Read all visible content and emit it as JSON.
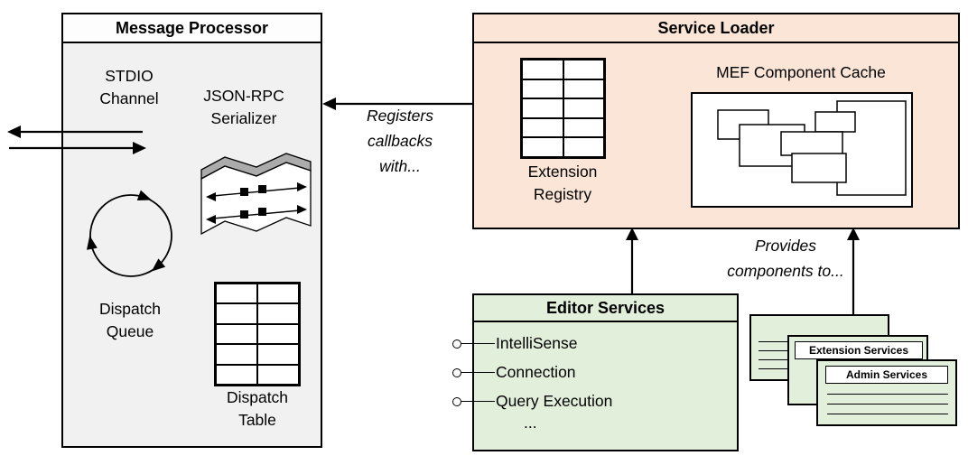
{
  "message_processor": {
    "title": "Message Processor",
    "stdio_channel_label": "STDIO\nChannel",
    "serializer_label": "JSON-RPC\nSerializer",
    "dispatch_queue_label": "Dispatch\nQueue",
    "dispatch_table_label": "Dispatch\nTable"
  },
  "service_loader": {
    "title": "Service Loader",
    "extension_registry_label": "Extension\nRegistry",
    "mef_cache_label": "MEF Component Cache"
  },
  "editor_services": {
    "title": "Editor Services",
    "items": [
      "IntelliSense",
      "Connection",
      "Query Execution"
    ],
    "ellipsis": "..."
  },
  "service_cards": {
    "extension_services_label": "Extension Services",
    "admin_services_label": "Admin Services"
  },
  "annotations": {
    "registers_callbacks": "Registers\ncallbacks\nwith...",
    "provides_components": "Provides\ncomponents to..."
  },
  "colors": {
    "processor_fill": "#f1f1f1",
    "loader_fill": "#fbe5d6",
    "green_fill": "#e2efda",
    "line": "#000000",
    "ribbon_gray": "#ababab"
  }
}
